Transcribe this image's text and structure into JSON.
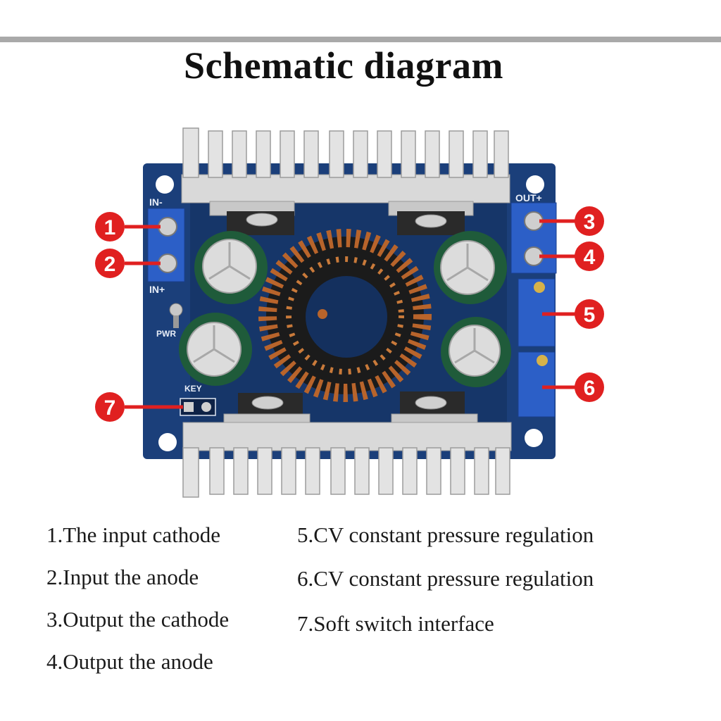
{
  "title": "Schematic diagram",
  "colors": {
    "pcb": "#1b3f7a",
    "pcb_dark": "#14305e",
    "heatsink": "#d9d9d9",
    "terminal": "#2c5fc7",
    "copper": "#b8642b",
    "marker": "#e02020",
    "rule": "#a9a9a9"
  },
  "board_labels": {
    "in_minus": "IN-",
    "in_plus": "IN+",
    "out_plus": "OUT+",
    "key": "KEY",
    "pwr": "PWR"
  },
  "markers": [
    "1",
    "2",
    "3",
    "4",
    "5",
    "6",
    "7"
  ],
  "legend": [
    "1.The input cathode",
    "2.Input the anode",
    "3.Output the cathode",
    "4.Output the anode",
    "5.CV constant pressure regulation",
    "6.CV constant pressure regulation",
    "7.Soft switch interface"
  ]
}
